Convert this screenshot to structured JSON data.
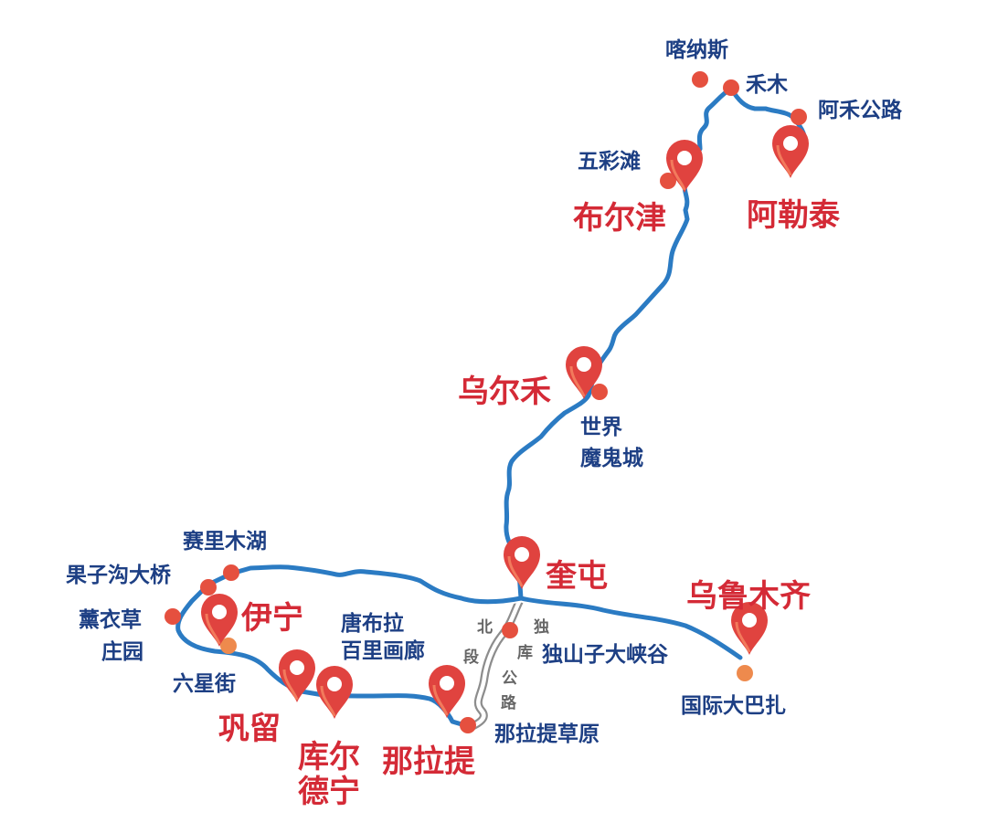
{
  "colors": {
    "route": "#2b7bc3",
    "route_outline": "#ffffff",
    "city_label": "#d42a36",
    "spot_label": "#1d3f84",
    "pin": "#e0433f",
    "pin_light": "#ef6d57",
    "dot": "#e5503f",
    "dot_orange": "#ee8a4d",
    "duku_road": "#8d8d8d",
    "duku_label": "#666666"
  },
  "cities": {
    "aletai": "阿勒泰",
    "buerjin": "布尔津",
    "wuerhe": "乌尔禾",
    "kuitun": "奎屯",
    "wulumuqi": "乌鲁木齐",
    "yining": "伊宁",
    "gongliu": "巩留",
    "kuerdening_line1": "库尔",
    "kuerdening_line2": "德宁",
    "nalati": "那拉提"
  },
  "spots": {
    "kanasi": "喀纳斯",
    "hemu": "禾木",
    "ahe_road": "阿禾公路",
    "wucaitan": "五彩滩",
    "mogui_line1": "世界",
    "mogui_line2": "魔鬼城",
    "sailimu": "赛里木湖",
    "guozigou": "果子沟大桥",
    "xunyicao_line1": "薰衣草",
    "xunyicao_line2": "庄园",
    "liuxingjie": "六星街",
    "tangbula_line1": "唐布拉",
    "tangbula_line2": "百里画廊",
    "dushanzi": "独山子大峡谷",
    "bazha": "国际大巴扎",
    "nalati_grassland": "那拉提草原"
  },
  "duku": {
    "north_segment": [
      "北",
      "段"
    ],
    "road_name": [
      "独",
      "库",
      "公",
      "路"
    ]
  }
}
